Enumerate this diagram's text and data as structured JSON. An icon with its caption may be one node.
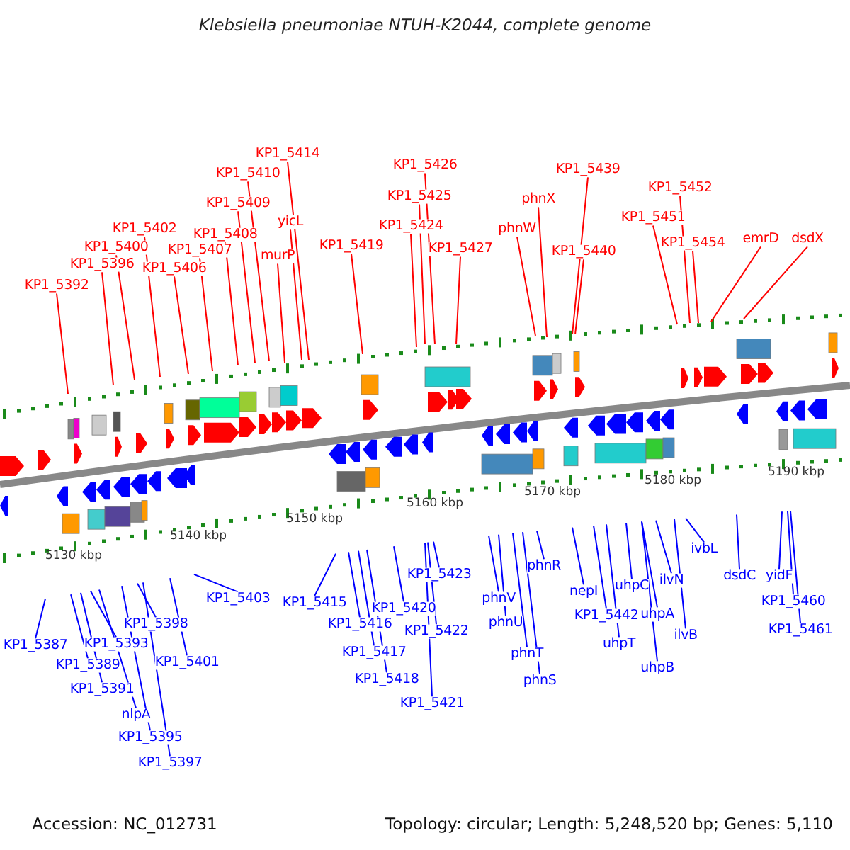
{
  "diagram": {
    "title": "Klebsiella pneumoniae NTUH-K2044, complete genome",
    "nodes": [
      {
        "text": [
          "KP1_5392"
        ]
      },
      {
        "text": [
          "KP1_5396"
        ]
      },
      {
        "text": [
          "KP1_5400"
        ]
      },
      {
        "text": [
          "KP1_5402"
        ]
      },
      {
        "text": [
          "KP1_5406"
        ]
      },
      {
        "text": [
          "KP1_5407"
        ]
      },
      {
        "text": [
          "KP1_5408"
        ]
      },
      {
        "text": [
          "KP1_5409"
        ]
      },
      {
        "text": [
          "KP1_5410"
        ]
      },
      {
        "text": [
          "KP1_5414"
        ]
      },
      {
        "text": [
          "yicL"
        ]
      },
      {
        "text": [
          "murP"
        ]
      },
      {
        "text": [
          "KP1_5419"
        ]
      },
      {
        "text": [
          "KP1_5426"
        ]
      },
      {
        "text": [
          "KP1_5425"
        ]
      },
      {
        "text": [
          "KP1_5424"
        ]
      },
      {
        "text": [
          "KP1_5427"
        ]
      },
      {
        "text": [
          "KP1_5439"
        ]
      },
      {
        "text": [
          "phnX"
        ]
      },
      {
        "text": [
          "phnW"
        ]
      },
      {
        "text": [
          "KP1_5440"
        ]
      },
      {
        "text": [
          "KP1_5452"
        ]
      },
      {
        "text": [
          "KP1_5451"
        ]
      },
      {
        "text": [
          "KP1_5454"
        ]
      },
      {
        "text": [
          "emrD"
        ]
      },
      {
        "text": [
          "dsdX"
        ]
      },
      {
        "text": [
          "KP1_5387"
        ]
      },
      {
        "text": [
          "KP1_5389"
        ]
      },
      {
        "text": [
          "KP1_5391"
        ]
      },
      {
        "text": [
          "nlpA"
        ]
      },
      {
        "text": [
          "KP1_5393"
        ]
      },
      {
        "text": [
          "KP1_5395"
        ]
      },
      {
        "text": [
          "KP1_5397"
        ]
      },
      {
        "text": [
          "KP1_5398"
        ]
      },
      {
        "text": [
          "KP1_5401"
        ]
      },
      {
        "text": [
          "KP1_5403"
        ]
      },
      {
        "text": [
          "KP1_5415"
        ]
      },
      {
        "text": [
          "KP1_5416"
        ]
      },
      {
        "text": [
          "KP1_5417"
        ]
      },
      {
        "text": [
          "KP1_5418"
        ]
      },
      {
        "text": [
          "KP1_5420"
        ]
      },
      {
        "text": [
          "KP1_5421"
        ]
      },
      {
        "text": [
          "KP1_5422"
        ]
      },
      {
        "text": [
          "KP1_5423"
        ]
      },
      {
        "text": [
          "phnV"
        ]
      },
      {
        "text": [
          "phnU"
        ]
      },
      {
        "text": [
          "phnT"
        ]
      },
      {
        "text": [
          "phnS"
        ]
      },
      {
        "text": [
          "phnR"
        ]
      },
      {
        "text": [
          "nepI"
        ]
      },
      {
        "text": [
          "KP1_5442"
        ]
      },
      {
        "text": [
          "uhpT"
        ]
      },
      {
        "text": [
          "uhpC"
        ]
      },
      {
        "text": [
          "uhpA"
        ]
      },
      {
        "text": [
          "uhpB"
        ]
      },
      {
        "text": [
          "ilvN"
        ]
      },
      {
        "text": [
          "ilvB"
        ]
      },
      {
        "text": [
          "ivbL"
        ]
      },
      {
        "text": [
          "dsdC"
        ]
      },
      {
        "text": [
          "yidF"
        ]
      },
      {
        "text": [
          "KP1_5460"
        ]
      },
      {
        "text": [
          "KP1_5461"
        ]
      }
    ],
    "edges": [
      {
        "from": 0,
        "to": null,
        "arrow": "none",
        "color": "#ff0000"
      },
      {
        "from": 1,
        "to": null,
        "arrow": "none",
        "color": "#ff0000"
      },
      {
        "from": 2,
        "to": null,
        "arrow": "none",
        "color": "#ff0000"
      },
      {
        "from": 3,
        "to": null,
        "arrow": "none",
        "color": "#ff0000"
      },
      {
        "from": 4,
        "to": null,
        "arrow": "none",
        "color": "#ff0000"
      },
      {
        "from": 5,
        "to": null,
        "arrow": "none",
        "color": "#ff0000"
      },
      {
        "from": 6,
        "to": null,
        "arrow": "none",
        "color": "#ff0000"
      },
      {
        "from": 7,
        "to": null,
        "arrow": "none",
        "color": "#ff0000"
      },
      {
        "from": 8,
        "to": null,
        "arrow": "none",
        "color": "#ff0000"
      },
      {
        "from": 9,
        "to": null,
        "arrow": "none",
        "color": "#ff0000"
      },
      {
        "from": 10,
        "to": null,
        "arrow": "none",
        "color": "#ff0000"
      },
      {
        "from": 11,
        "to": null,
        "arrow": "none",
        "color": "#ff0000"
      },
      {
        "from": 12,
        "to": null,
        "arrow": "none",
        "color": "#ff0000"
      },
      {
        "from": 13,
        "to": null,
        "arrow": "none",
        "color": "#ff0000"
      },
      {
        "from": 14,
        "to": null,
        "arrow": "none",
        "color": "#ff0000"
      },
      {
        "from": 15,
        "to": null,
        "arrow": "none",
        "color": "#ff0000"
      },
      {
        "from": 16,
        "to": null,
        "arrow": "none",
        "color": "#ff0000"
      },
      {
        "from": 17,
        "to": null,
        "arrow": "none",
        "color": "#ff0000"
      },
      {
        "from": 18,
        "to": null,
        "arrow": "none",
        "color": "#ff0000"
      },
      {
        "from": 19,
        "to": null,
        "arrow": "none",
        "color": "#ff0000"
      },
      {
        "from": 20,
        "to": null,
        "arrow": "none",
        "color": "#ff0000"
      },
      {
        "from": 21,
        "to": null,
        "arrow": "none",
        "color": "#ff0000"
      },
      {
        "from": 22,
        "to": null,
        "arrow": "none",
        "color": "#ff0000"
      },
      {
        "from": 23,
        "to": null,
        "arrow": "none",
        "color": "#ff0000"
      },
      {
        "from": 24,
        "to": null,
        "arrow": "none",
        "color": "#ff0000"
      },
      {
        "from": 25,
        "to": null,
        "arrow": "none",
        "color": "#ff0000"
      },
      {
        "from": 26,
        "to": null,
        "arrow": "none"
      },
      {
        "from": 27,
        "to": null,
        "arrow": "none"
      },
      {
        "from": 28,
        "to": null,
        "arrow": "none"
      },
      {
        "from": 29,
        "to": null,
        "arrow": "none"
      },
      {
        "from": 30,
        "to": null,
        "arrow": "none"
      },
      {
        "from": 31,
        "to": null,
        "arrow": "none"
      },
      {
        "from": 32,
        "to": null,
        "arrow": "none"
      },
      {
        "from": 33,
        "to": null,
        "arrow": "none"
      },
      {
        "from": 34,
        "to": null,
        "arrow": "none"
      },
      {
        "from": 35,
        "to": null,
        "arrow": "none"
      },
      {
        "from": 36,
        "to": null,
        "arrow": "none"
      },
      {
        "from": 37,
        "to": null,
        "arrow": "none"
      },
      {
        "from": 38,
        "to": null,
        "arrow": "none"
      },
      {
        "from": 39,
        "to": null,
        "arrow": "none"
      },
      {
        "from": 40,
        "to": null,
        "arrow": "none"
      },
      {
        "from": 41,
        "to": null,
        "arrow": "none"
      },
      {
        "from": 42,
        "to": null,
        "arrow": "none"
      },
      {
        "from": 43,
        "to": null,
        "arrow": "none"
      },
      {
        "from": 44,
        "to": null,
        "arrow": "none"
      },
      {
        "from": 45,
        "to": null,
        "arrow": "none"
      },
      {
        "from": 46,
        "to": null,
        "arrow": "none"
      },
      {
        "from": 47,
        "to": null,
        "arrow": "none"
      },
      {
        "from": 48,
        "to": null,
        "arrow": "none"
      },
      {
        "from": 49,
        "to": null,
        "arrow": "none"
      },
      {
        "from": 50,
        "to": null,
        "arrow": "none"
      },
      {
        "from": 51,
        "to": null,
        "arrow": "none"
      },
      {
        "from": 52,
        "to": null,
        "arrow": "none"
      },
      {
        "from": 53,
        "to": null,
        "arrow": "none"
      },
      {
        "from": 54,
        "to": null,
        "arrow": "none"
      },
      {
        "from": 55,
        "to": null,
        "arrow": "none"
      },
      {
        "from": 56,
        "to": null,
        "arrow": "none"
      },
      {
        "from": 57,
        "to": null,
        "arrow": "none"
      },
      {
        "from": 58,
        "to": null,
        "arrow": "none"
      },
      {
        "from": 59,
        "to": null,
        "arrow": "none"
      },
      {
        "from": 60,
        "to": null,
        "arrow": "none"
      },
      {
        "from": 61,
        "to": null,
        "arrow": "none"
      }
    ],
    "labels": [
      "5130 kbp",
      "5140 kbp",
      "5150 kbp",
      "5160 kbp",
      "5170 kbp",
      "5180 kbp",
      "5190 kbp",
      "Accession: NC_012731",
      "Topology: circular; Length: 5,248,520 bp; Genes: 5,110"
    ]
  }
}
